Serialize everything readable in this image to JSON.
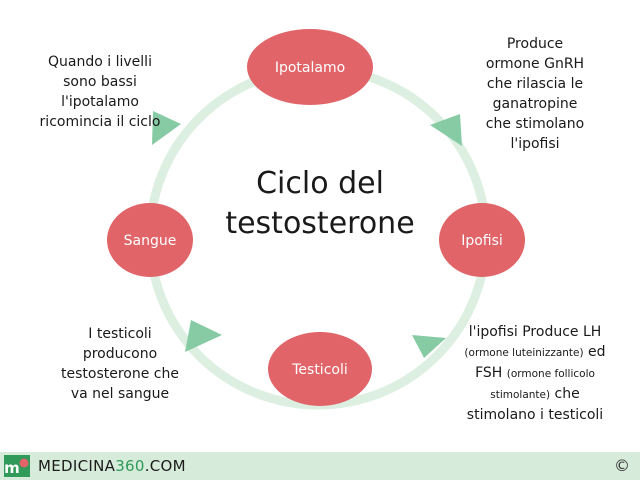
{
  "nodes": [
    {
      "id": "ipotalamo",
      "label": "Ipotalamo"
    },
    {
      "id": "ipofisi",
      "label": "Ipofisi"
    },
    {
      "id": "testicoli",
      "label": "Testicoli"
    },
    {
      "id": "sangue",
      "label": "Sangue"
    }
  ],
  "title_lines": [
    "Ciclo del",
    "testosterone"
  ],
  "captions": {
    "top_right": [
      "Produce",
      "ormone GnRH",
      "che rilascia le",
      "ganatropine",
      "che stimolano",
      "l'ipofisi"
    ],
    "top_left": [
      "Quando i livelli",
      "sono bassi",
      "l'ipotalamo",
      "ricomincia il ciclo"
    ],
    "bottom_right": {
      "line1": "l'ipofisi Produce LH",
      "line2_small": "(ormone luteinizzante)",
      "line2_normal": " ed",
      "line3_normal": "FSH ",
      "line3_small": "(ormone follicolo",
      "line4_small": "stimolante)",
      "line4_normal": " che",
      "line5": "stimolano i testicoli"
    },
    "bottom_left": [
      "I testicoli",
      "producono",
      "testosterone che",
      "va nel sangue"
    ]
  },
  "footer": {
    "brand_part1": "MEDICINA",
    "brand_part2": "360",
    "brand_part3": ".COM",
    "copyright": "©"
  },
  "colors": {
    "node_fill": "#e06468",
    "ring": "#dcefe1",
    "arrow": "#86cba4",
    "footer_bg": "#d6ebd9"
  }
}
